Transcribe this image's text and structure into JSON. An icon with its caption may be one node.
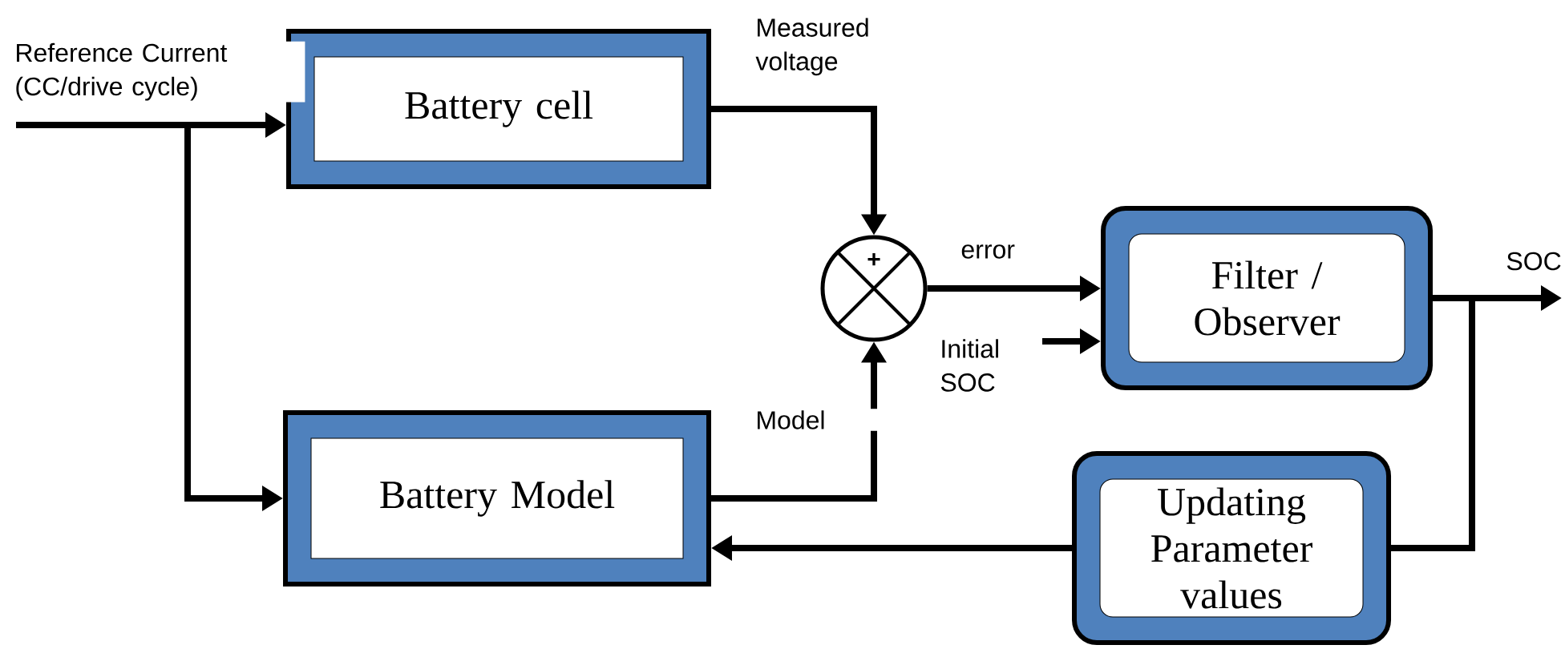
{
  "diagram": {
    "nodes": [
      {
        "text": [
          "Battery cell"
        ]
      },
      {
        "text": [
          "Battery Model"
        ]
      },
      {
        "text": [
          "+"
        ]
      },
      {
        "text": [
          "Filter / Observer"
        ]
      },
      {
        "text": [
          "Updating Parameter values"
        ]
      }
    ],
    "edges": [
      {
        "from": null,
        "to": 0,
        "arrow": "to",
        "label": "Reference Current (CC/drive cycle)"
      },
      {
        "from": null,
        "to": 1,
        "arrow": "to"
      },
      {
        "from": 0,
        "to": 2,
        "arrow": "to",
        "label": "Measured voltage"
      },
      {
        "from": 1,
        "to": 2,
        "arrow": "to",
        "label": "Model"
      },
      {
        "from": 2,
        "to": 3,
        "arrow": "to",
        "label": "error"
      },
      {
        "from": null,
        "to": 3,
        "arrow": "to",
        "label": "Initial SOC"
      },
      {
        "from": 3,
        "to": null,
        "arrow": "to",
        "label": "SOC"
      },
      {
        "from": 3,
        "to": 4,
        "arrow": "none"
      },
      {
        "from": 4,
        "to": 1,
        "arrow": "to"
      }
    ]
  }
}
